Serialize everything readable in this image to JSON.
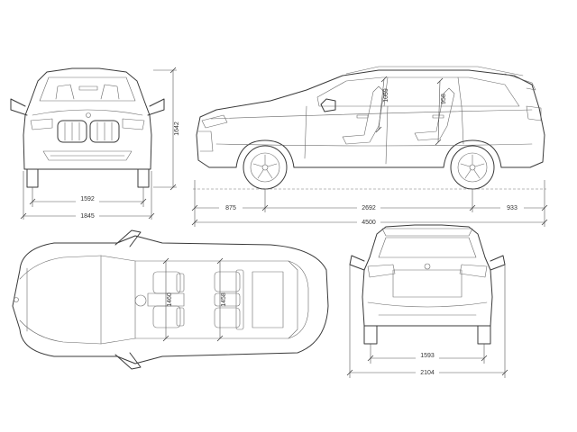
{
  "dimensions": {
    "front_track": "1592",
    "front_width": "1845",
    "height": "1642",
    "front_overhang": "875",
    "wheelbase": "2692",
    "rear_overhang": "933",
    "overall_length": "4500",
    "front_headroom": "1059",
    "rear_headroom": "958",
    "front_shoulder": "1460",
    "rear_shoulder": "1458",
    "rear_track": "1593",
    "width_with_mirrors": "2104"
  },
  "colors": {
    "line": "#3a3a3a",
    "dimension_line": "#555555",
    "background": "#ffffff"
  }
}
